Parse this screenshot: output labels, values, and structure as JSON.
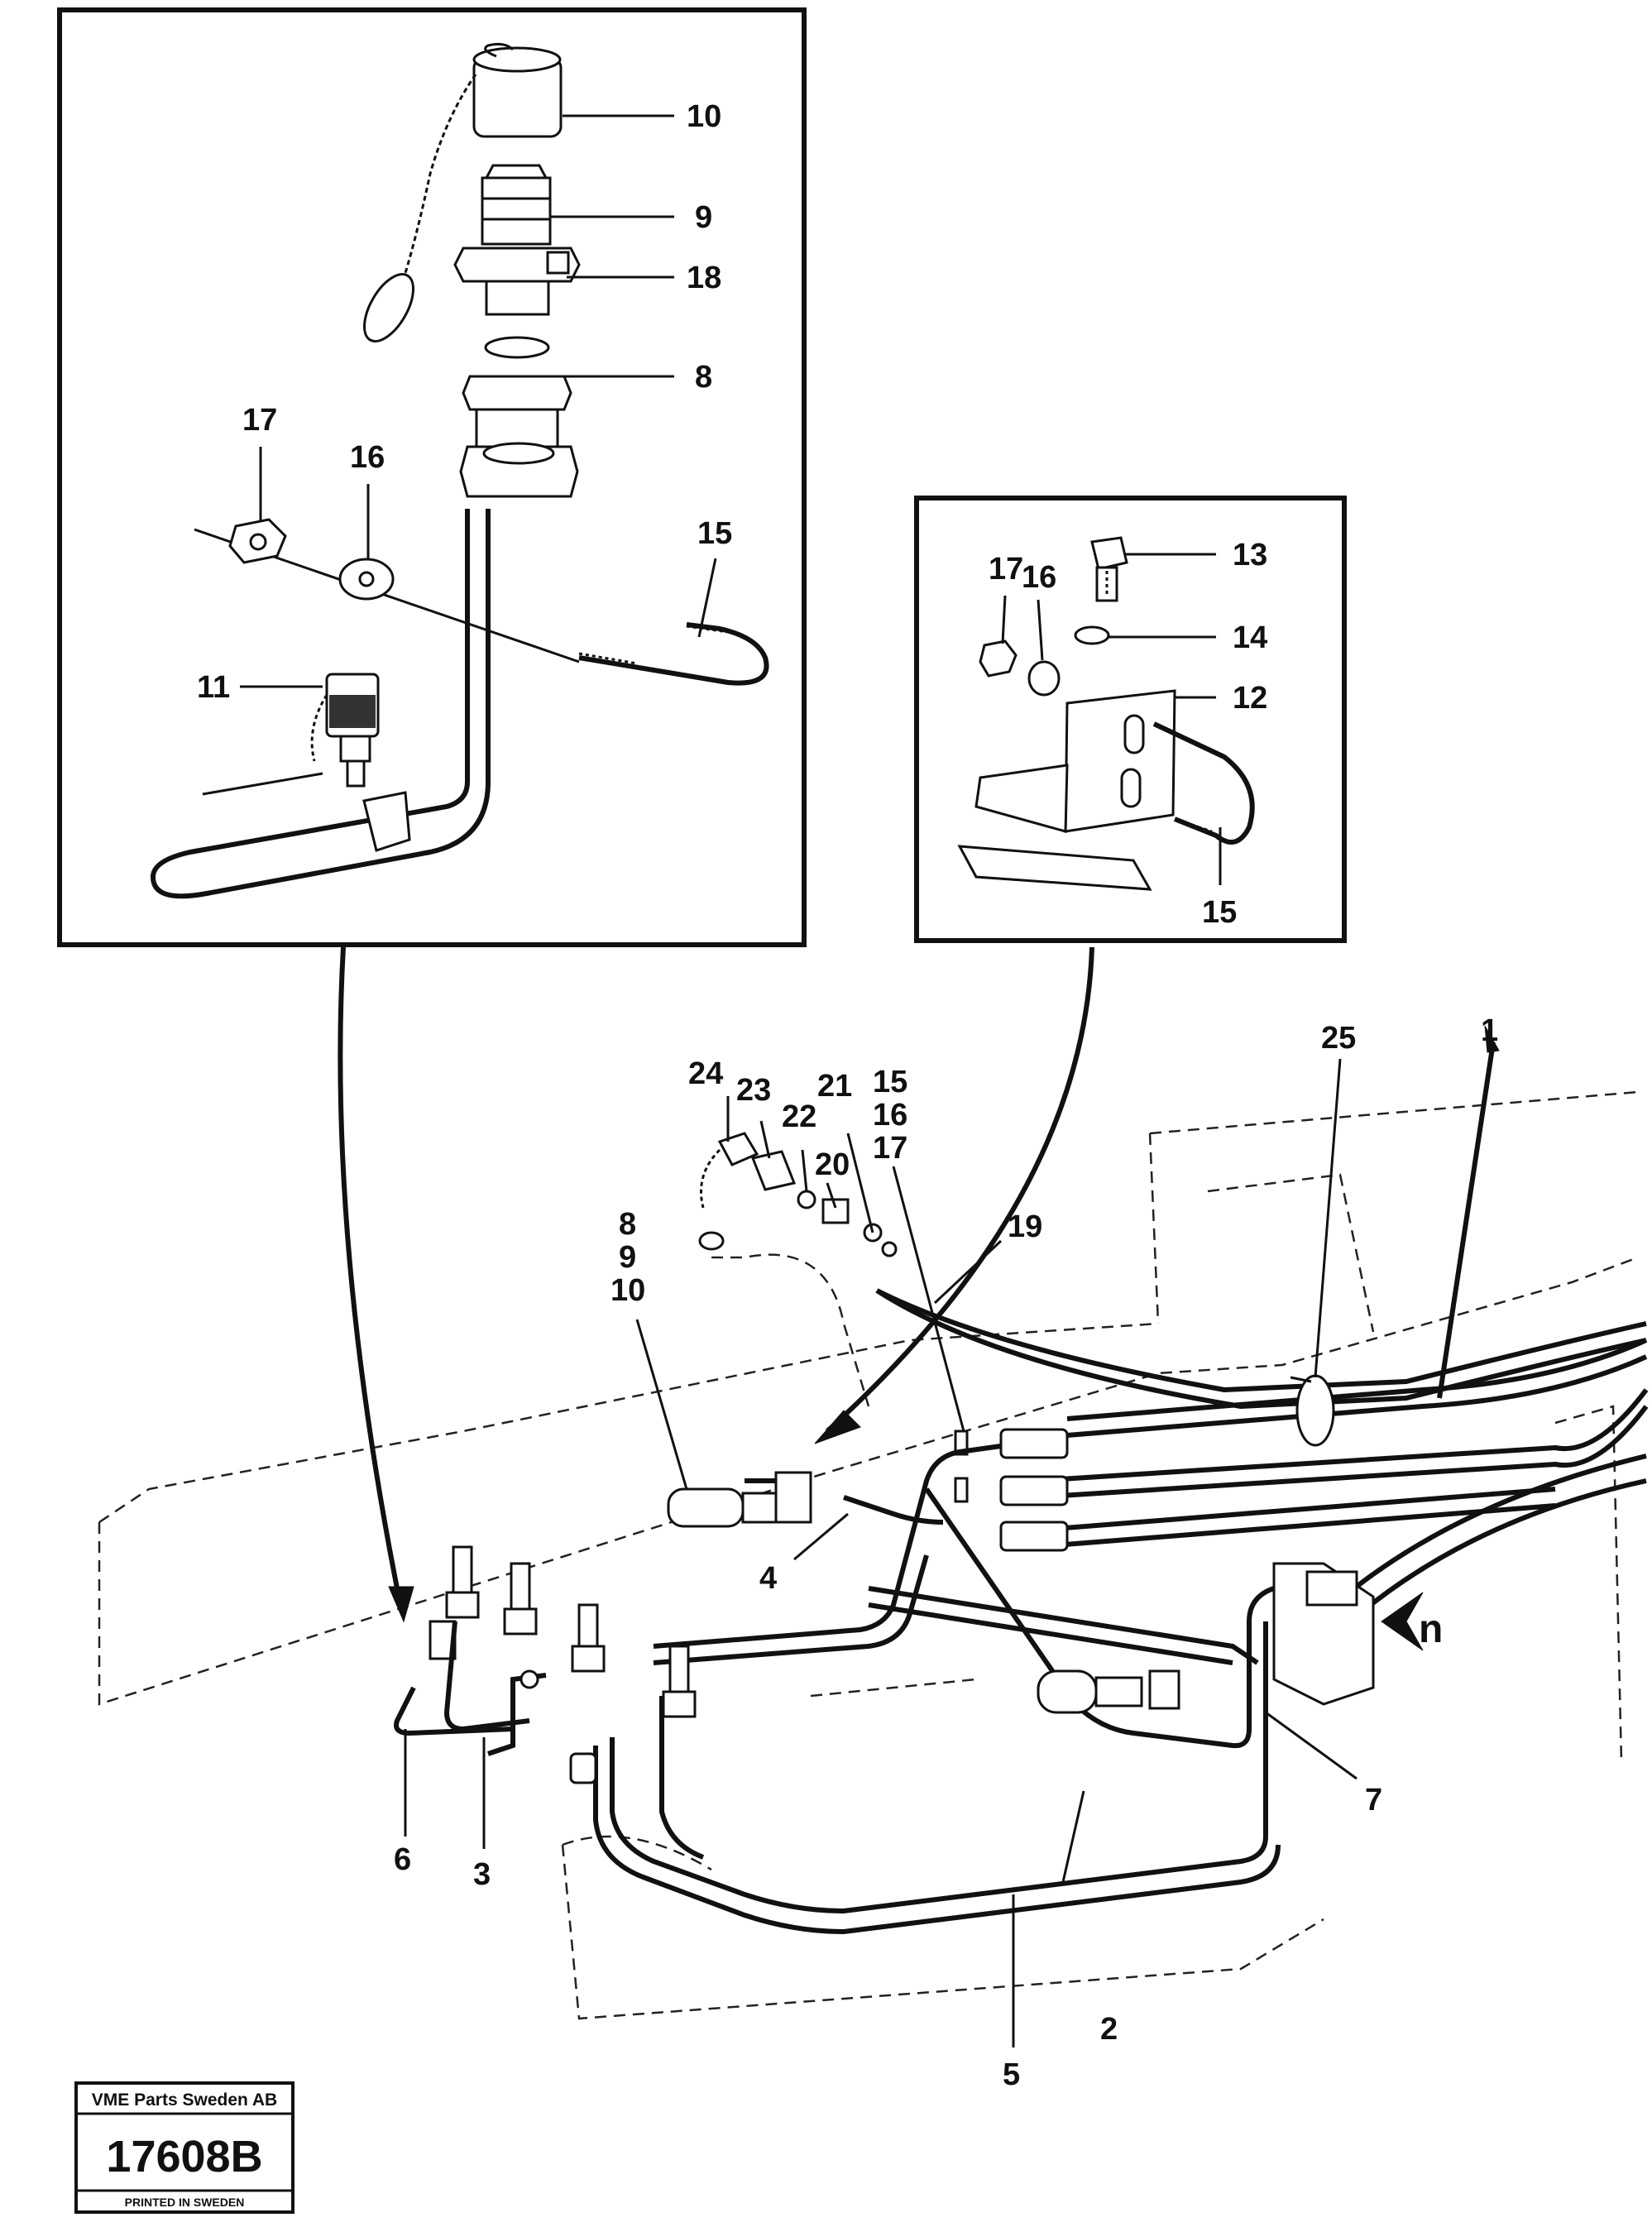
{
  "callouts": {
    "d1_10": "10",
    "d1_9": "9",
    "d1_18": "18",
    "d1_8": "8",
    "d1_17": "17",
    "d1_16": "16",
    "d1_15": "15",
    "d1_11": "11",
    "d2_13": "13",
    "d2_17": "17",
    "d2_16": "16",
    "d2_14": "14",
    "d2_12": "12",
    "d2_15": "15",
    "m_25": "25",
    "m_1": "1",
    "m_24": "24",
    "m_23": "23",
    "m_22": "22",
    "m_21": "21",
    "m_20": "20",
    "m_15": "15",
    "m_16": "16",
    "m_17": "17",
    "m_19": "19",
    "m_8": "8",
    "m_9": "9",
    "m_10": "10",
    "m_4": "4",
    "m_n": "n",
    "m_7": "7",
    "m_6": "6",
    "m_3": "3",
    "m_2": "2",
    "m_5": "5"
  },
  "stamp": {
    "company": "VME Parts Sweden AB",
    "number": "17608B",
    "printed": "PRINTED IN SWEDEN"
  }
}
